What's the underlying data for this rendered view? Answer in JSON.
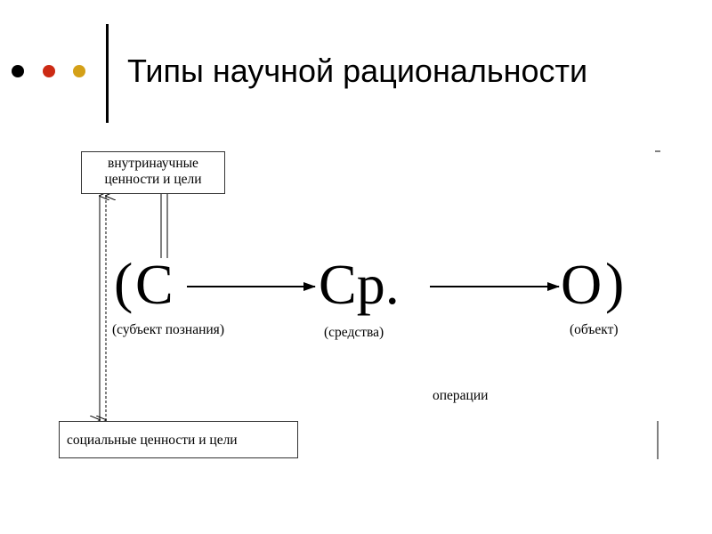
{
  "slide": {
    "title": "Типы научной рациональности",
    "bullet_colors": [
      "#000000",
      "#cc2a14",
      "#d4a017"
    ]
  },
  "diagram": {
    "box_top": {
      "line1": "внутринаучные",
      "line2": "ценности и цели"
    },
    "box_bottom": "социальные ценности и цели",
    "paren_open": "(",
    "paren_close": ")",
    "node_subject": {
      "symbol": "С",
      "caption": "(субъект познания)"
    },
    "node_means": {
      "symbol": "Ср.",
      "caption": "(средства)"
    },
    "node_object": {
      "symbol": "О",
      "caption": "(объект)"
    },
    "operations_label": "операции"
  }
}
